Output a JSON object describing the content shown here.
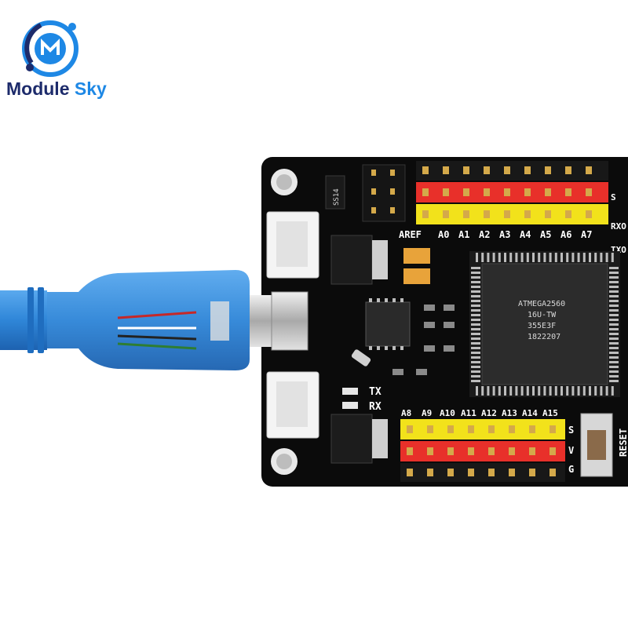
{
  "brand": {
    "name_part1": "Module",
    "name_part2": "Sky",
    "logo_icon": "ms-logo-icon",
    "colors": {
      "dark": "#1d2b6b",
      "accent": "#1e88e5"
    }
  },
  "board": {
    "chip_marking": [
      "ATMEGA2560",
      "16U-TW",
      "355E3F",
      "1822207"
    ],
    "top_pin_labels": [
      "AREF",
      "A0",
      "A1",
      "A2",
      "A3",
      "A4",
      "A5",
      "A6",
      "A7"
    ],
    "bottom_pin_labels": [
      "A8",
      "A9",
      "A10",
      "A11",
      "A12",
      "A13",
      "A14",
      "A15"
    ],
    "right_labels_top": [
      "S",
      "RXO",
      "TXO"
    ],
    "right_labels_bottom": [
      "S",
      "V",
      "G"
    ],
    "led_labels": [
      "TX",
      "RX"
    ],
    "reset_label": "RESET",
    "diode_label": "SS14",
    "colors": {
      "pcb": "#0b0b0b",
      "header_red": "#e8302a",
      "header_yellow": "#f2e21b",
      "cable": "#2f86d8"
    }
  }
}
